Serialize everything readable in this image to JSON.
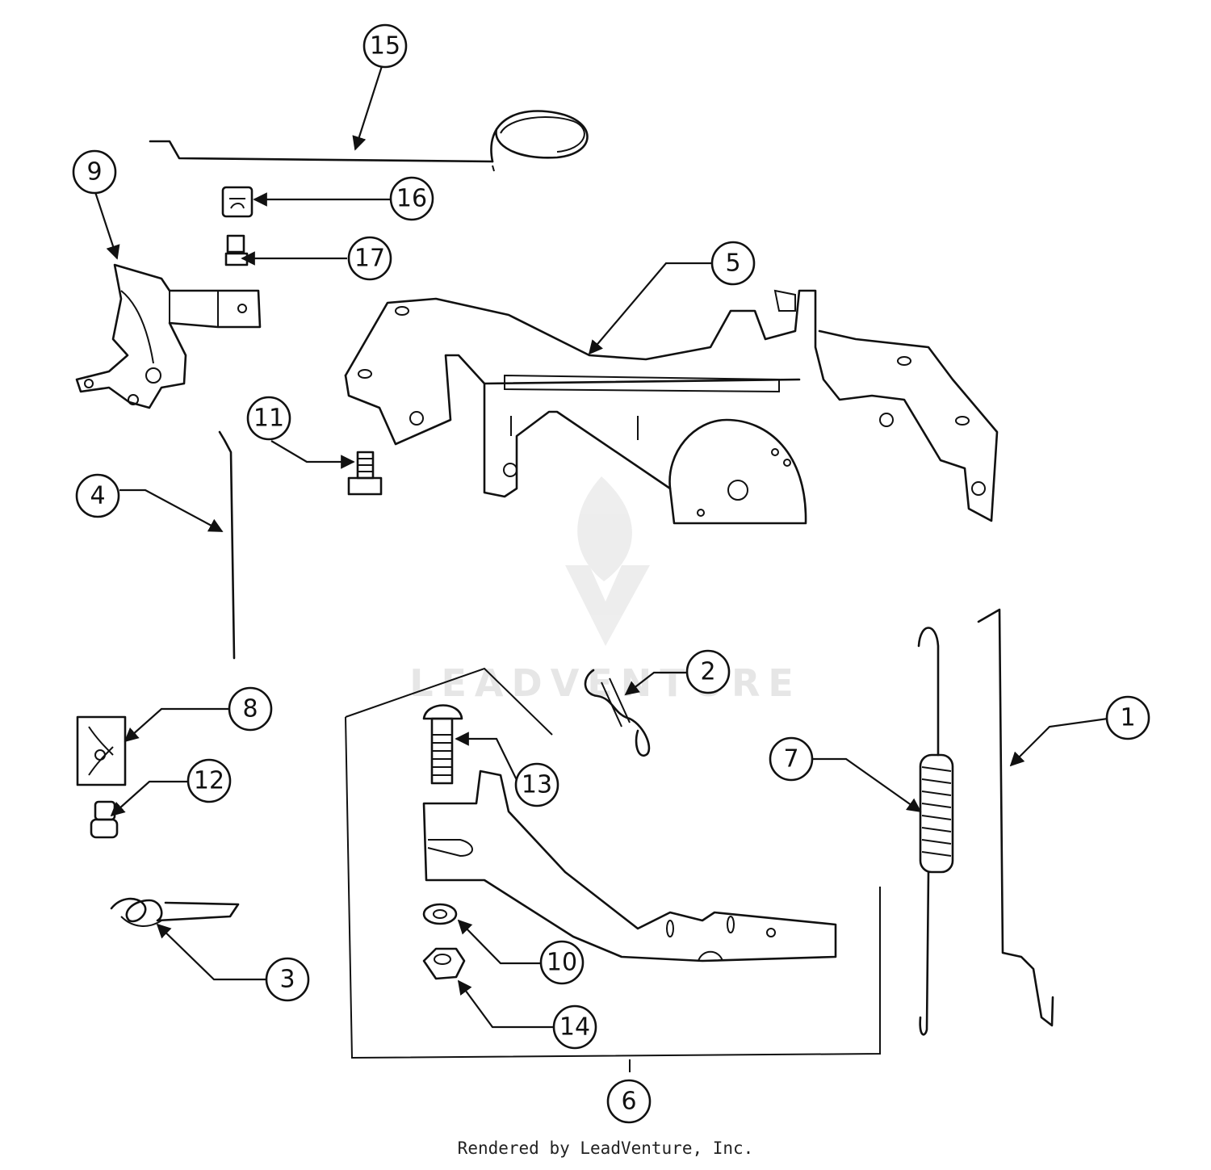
{
  "callouts": [
    "1",
    "2",
    "3",
    "4",
    "5",
    "6",
    "7",
    "8",
    "9",
    "10",
    "11",
    "12",
    "13",
    "14",
    "15",
    "16",
    "17"
  ],
  "watermark": {
    "text": "LEADVENTURE"
  },
  "footer": {
    "text": "Rendered by LeadVenture, Inc."
  }
}
